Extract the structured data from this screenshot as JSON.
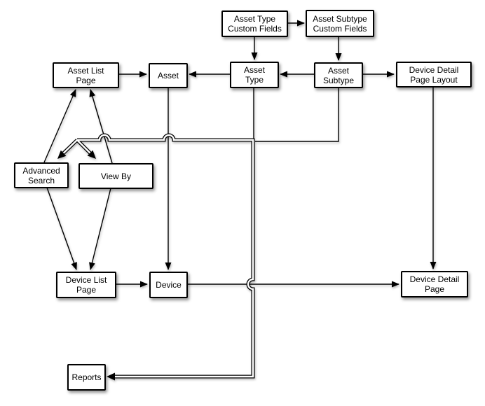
{
  "diagram": {
    "nodes": {
      "asset_type_custom_fields": {
        "label": "Asset Type\nCustom Fields"
      },
      "asset_subtype_custom_fields": {
        "label": "Asset Subtype\nCustom Fields"
      },
      "asset_list_page": {
        "label": "Asset List\nPage"
      },
      "asset": {
        "label": "Asset"
      },
      "asset_type": {
        "label": "Asset\nType"
      },
      "asset_subtype": {
        "label": "Asset\nSubtype"
      },
      "device_detail_page_layout": {
        "label": "Device Detail\nPage Layout"
      },
      "advanced_search": {
        "label": "Advanced\nSearch"
      },
      "view_by": {
        "label": "View By"
      },
      "device_list_page": {
        "label": "Device List\nPage"
      },
      "device": {
        "label": "Device"
      },
      "device_detail_page": {
        "label": "Device Detail\nPage"
      },
      "reports": {
        "label": "Reports"
      }
    },
    "edges": [
      {
        "from": "asset_type_custom_fields",
        "to": "asset_subtype_custom_fields",
        "type": "arrow"
      },
      {
        "from": "asset_type_custom_fields",
        "to": "asset_type",
        "type": "arrow"
      },
      {
        "from": "asset_subtype_custom_fields",
        "to": "asset_subtype",
        "type": "arrow"
      },
      {
        "from": "asset_list_page",
        "to": "asset",
        "type": "arrow"
      },
      {
        "from": "asset_type",
        "to": "asset",
        "type": "arrow"
      },
      {
        "from": "asset_subtype",
        "to": "asset_type",
        "type": "arrow"
      },
      {
        "from": "asset_subtype",
        "to": "device_detail_page_layout",
        "type": "arrow"
      },
      {
        "from": "asset",
        "to": "device",
        "type": "arrow"
      },
      {
        "from": "device_detail_page_layout",
        "to": "device_detail_page",
        "type": "arrow"
      },
      {
        "from": "device_list_page",
        "to": "device",
        "type": "arrow"
      },
      {
        "from": "device",
        "to": "device_detail_page",
        "type": "arrow"
      },
      {
        "from": "advanced_search",
        "to": "asset_list_page",
        "type": "arrow"
      },
      {
        "from": "view_by",
        "to": "asset_list_page",
        "type": "arrow"
      },
      {
        "from": "advanced_search",
        "to": "device_list_page",
        "type": "arrow"
      },
      {
        "from": "view_by",
        "to": "device_list_page",
        "type": "arrow"
      },
      {
        "from": "asset_type",
        "to": "junction",
        "type": "plain-line"
      },
      {
        "from": "asset_subtype",
        "to": "junction",
        "type": "plain-line"
      },
      {
        "from": "junction",
        "to": "advanced_search",
        "type": "double-line-arrow"
      },
      {
        "from": "junction",
        "to": "view_by",
        "type": "double-line-arrow"
      },
      {
        "from": "junction",
        "to": "reports",
        "type": "double-line-arrow"
      }
    ],
    "colors": {
      "background": "#ffffff",
      "line": "#000000",
      "box_fill": "#ffffff",
      "box_border": "#000000"
    }
  }
}
